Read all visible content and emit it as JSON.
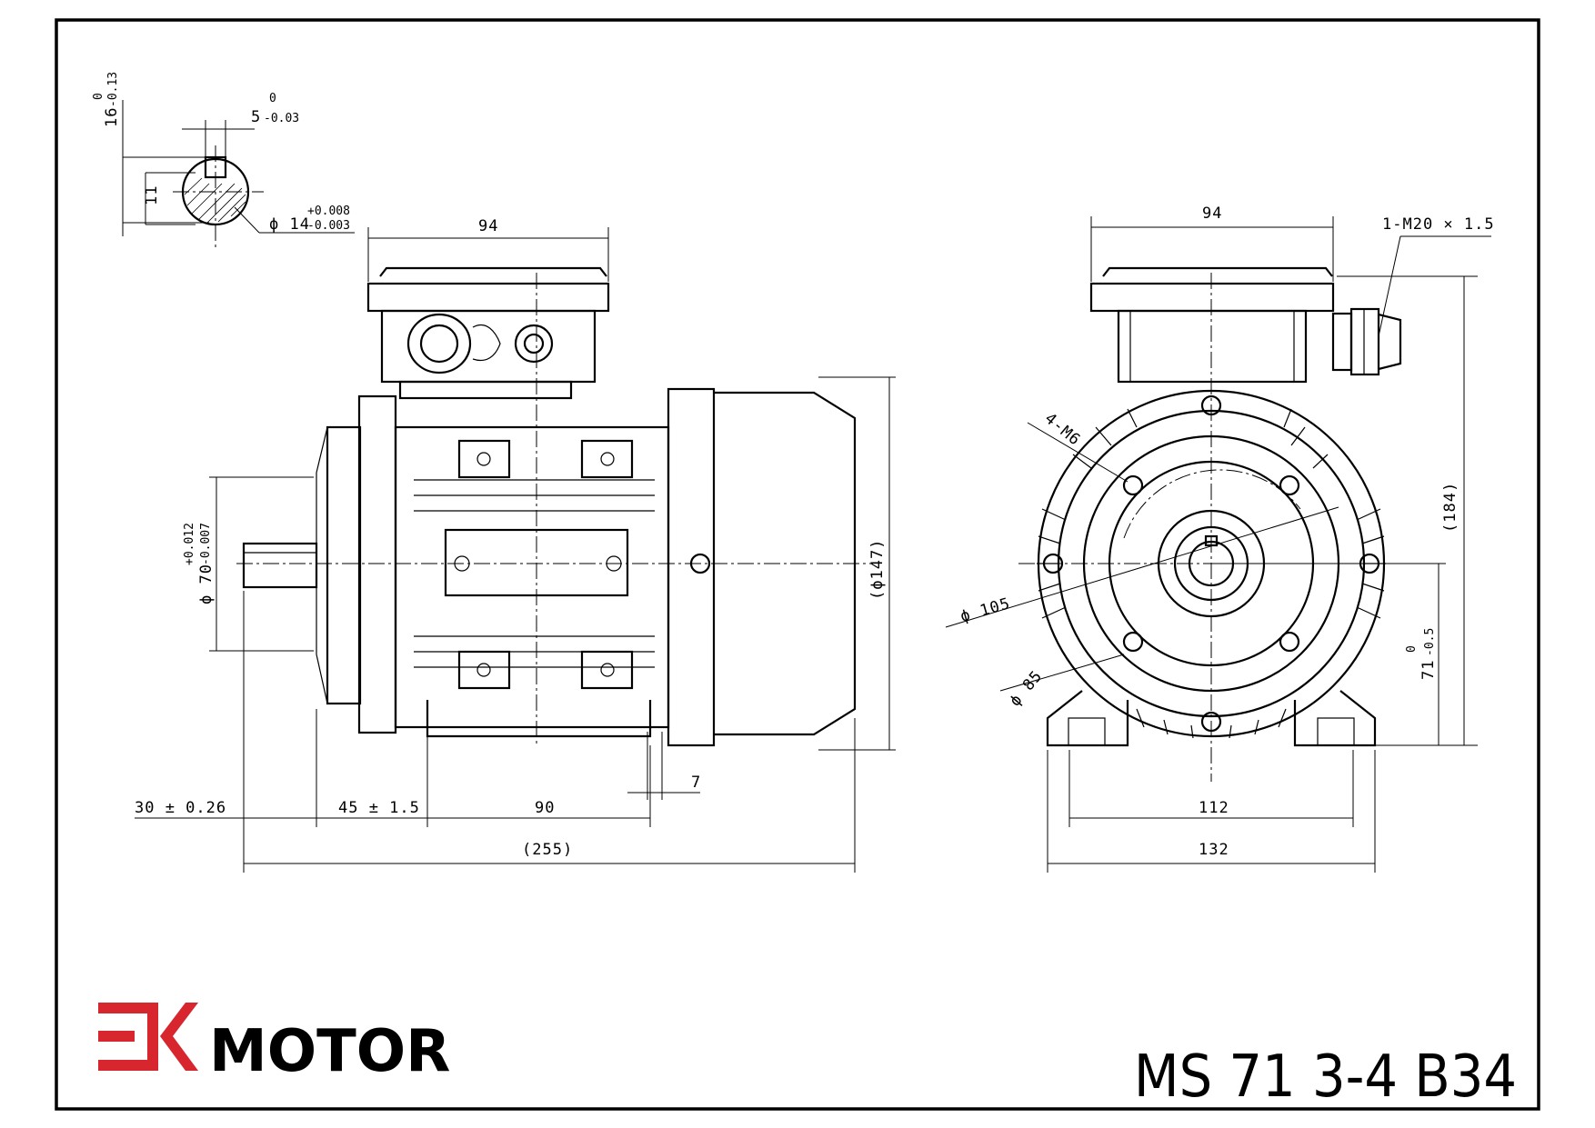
{
  "brand": {
    "logo_mark": "EK",
    "name": "MOTOR",
    "color": "#d7262e"
  },
  "model": "MS 71 3-4 B34",
  "side_view": {
    "terminal_box_width": "94",
    "flange_diameter": "ϕ 70",
    "flange_tol_upper": "+0.012",
    "flange_tol_lower": "-0.007",
    "body_diameter": "(ϕ147)",
    "shaft_length": "30 ± 0.26",
    "flange_to_foot": "45 ± 1.5",
    "foot_spacing": "90",
    "foot_hole": "7",
    "overall_length": "(255)"
  },
  "keyway_detail": {
    "key_height": "16",
    "key_height_tol_upper": "0",
    "key_height_tol_lower": "-0.13",
    "key_width": "5",
    "key_width_tol_upper": "0",
    "key_width_tol_lower": "-0.03",
    "shaft_depth": "11",
    "shaft_diameter": "ϕ 14",
    "shaft_tol_upper": "+0.008",
    "shaft_tol_lower": "-0.003"
  },
  "front_view": {
    "terminal_box_width": "94",
    "cable_gland": "1-M20 × 1.5",
    "flange_holes": "4-M6",
    "pitch_circle_outer": "ϕ 105",
    "pitch_circle_inner": "ϕ 85",
    "overall_height": "(184)",
    "shaft_height": "71",
    "shaft_height_tol_upper": "0",
    "shaft_height_tol_lower": "-0.5",
    "foot_hole_spacing": "112",
    "foot_width": "132"
  }
}
